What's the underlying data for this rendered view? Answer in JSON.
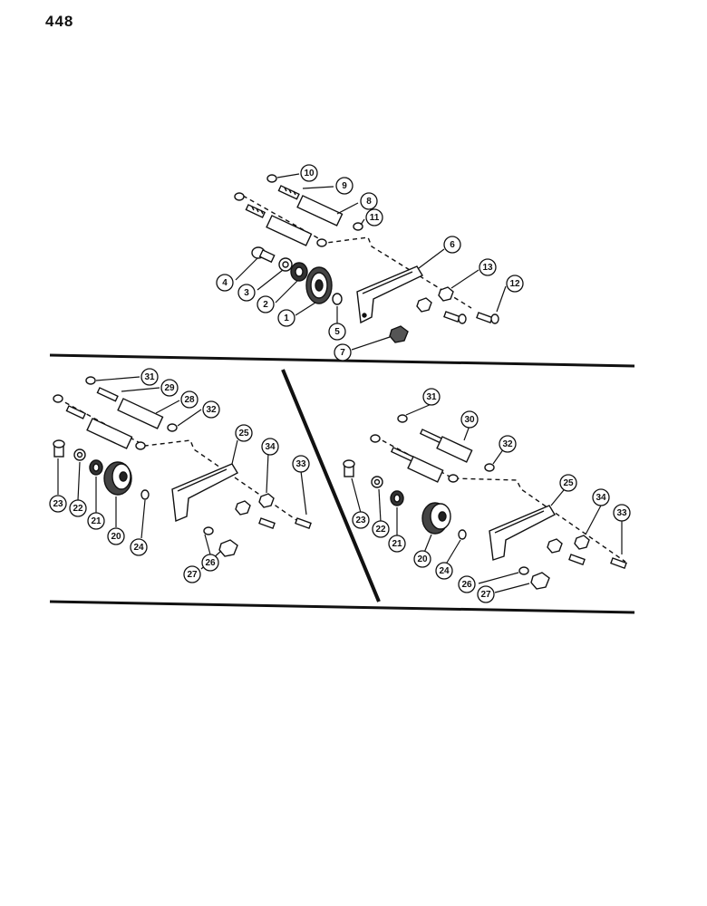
{
  "page": {
    "number": "448"
  },
  "diagrams": {
    "top": {
      "callouts": [
        "10",
        "9",
        "8",
        "11",
        "6",
        "4",
        "3",
        "2",
        "1",
        "5",
        "13",
        "12",
        "7"
      ]
    },
    "bottom_left": {
      "callouts": [
        "31",
        "29",
        "28",
        "32",
        "25",
        "34",
        "33",
        "23",
        "22",
        "21",
        "20",
        "24",
        "26",
        "27"
      ]
    },
    "bottom_right": {
      "callouts": [
        "31",
        "30",
        "32",
        "25",
        "34",
        "33",
        "23",
        "22",
        "21",
        "20",
        "24",
        "26",
        "27"
      ]
    }
  }
}
